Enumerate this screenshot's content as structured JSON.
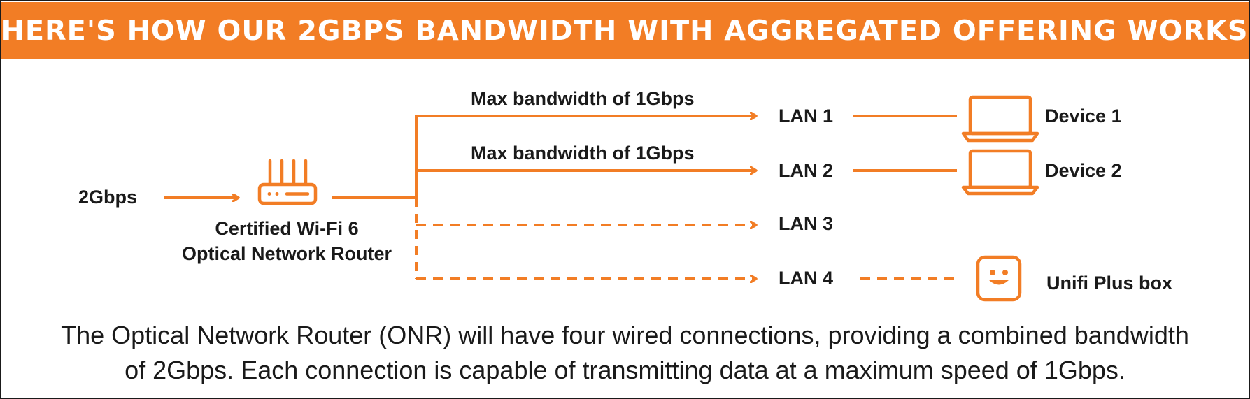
{
  "banner": {
    "title": "HERE'S HOW OUR 2Gbps BANDWIDTH WITH AGGREGATED OFFERING WORKS"
  },
  "colors": {
    "accent": "#f27d25",
    "text": "#1a1a1a",
    "background": "#ffffff"
  },
  "diagram": {
    "input_label": "2Gbps",
    "router": {
      "icon": "router-icon",
      "label_line1": "Certified Wi-Fi 6",
      "label_line2": "Optical Network Router"
    },
    "ports": [
      {
        "name": "LAN 1",
        "bandwidth_label": "Max bandwidth of 1Gbps",
        "line_style": "solid",
        "device": "Device 1",
        "device_icon": "laptop-icon"
      },
      {
        "name": "LAN 2",
        "bandwidth_label": "Max bandwidth of 1Gbps",
        "line_style": "solid",
        "device": "Device 2",
        "device_icon": "laptop-icon"
      },
      {
        "name": "LAN 3",
        "bandwidth_label": "",
        "line_style": "dashed",
        "device": "",
        "device_icon": ""
      },
      {
        "name": "LAN 4",
        "bandwidth_label": "",
        "line_style": "dashed",
        "device": "Unifi Plus box",
        "device_icon": "unifi-box-icon"
      }
    ]
  },
  "caption": {
    "line1": "The Optical Network Router (ONR) will have four wired connections, providing a combined bandwidth",
    "line2": "of 2Gbps. Each connection is capable of transmitting data at a maximum speed of 1Gbps."
  }
}
